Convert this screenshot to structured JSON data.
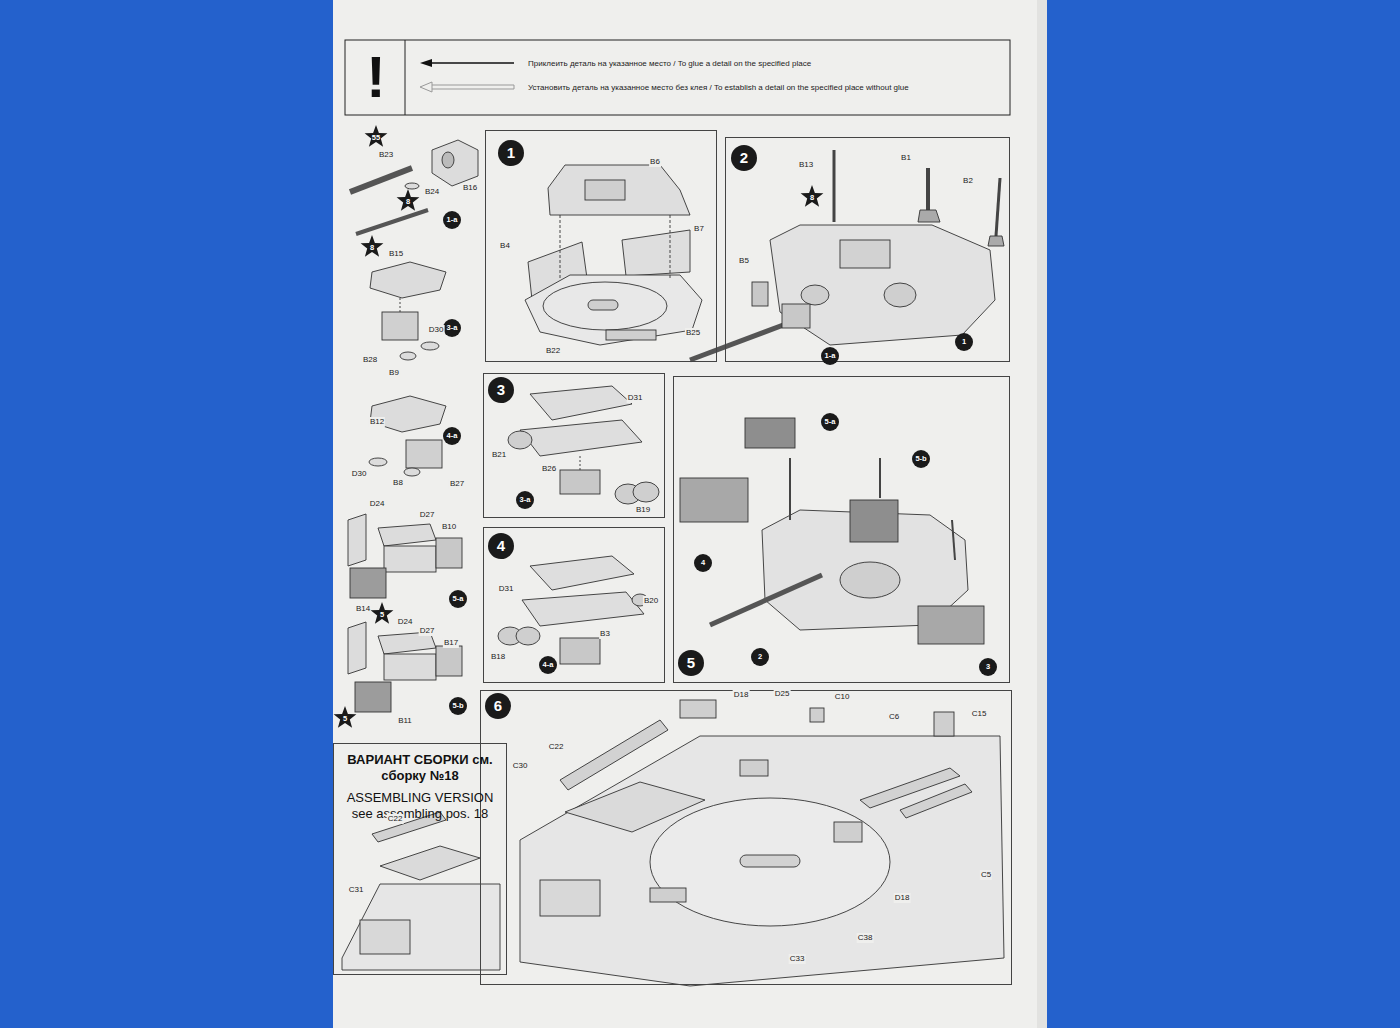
{
  "diagram": {
    "nodes": [
      {
        "text": [
          "1"
        ]
      },
      {
        "text": [
          "2"
        ]
      },
      {
        "text": [
          "3"
        ]
      },
      {
        "text": [
          "4"
        ]
      },
      {
        "text": [
          "5"
        ]
      },
      {
        "text": [
          "6"
        ]
      },
      {
        "text": [
          "ВАРИАНТ СБОРКИ см. сборку №18",
          "ASSEMBLING VERSION see assembling pos. 18"
        ]
      }
    ],
    "labels": [
      "!",
      "55",
      "B23",
      "B24",
      "B16",
      "8",
      "1-a",
      "8",
      "B15",
      "3-a",
      "D30",
      "B28",
      "B9",
      "B12",
      "4-a",
      "D30",
      "B8",
      "B27",
      "D24",
      "D27",
      "B10",
      "B14",
      "5",
      "5-a",
      "D24",
      "D27",
      "B17",
      "5",
      "B11",
      "5-b",
      "B6",
      "B7",
      "B4",
      "B25",
      "B22",
      "B13",
      "8",
      "B1",
      "B2",
      "B5",
      "1-a",
      "1",
      "D31",
      "B21",
      "B26",
      "3-a",
      "B19",
      "D31",
      "B20",
      "B3",
      "B18",
      "4-a",
      "5-a",
      "5-b",
      "4",
      "2",
      "3",
      "D18",
      "D25",
      "C10",
      "C15",
      "C22",
      "C30",
      "C6",
      "C5",
      "D18",
      "C38",
      "C33",
      "C22",
      "C31"
    ],
    "legend": [
      {
        "text": "Приклеить деталь на указанное место / To glue a detail on the specified place"
      },
      {
        "text": "Установить деталь на указанное место без клея / To establish a detail on the specified place without glue"
      }
    ]
  }
}
